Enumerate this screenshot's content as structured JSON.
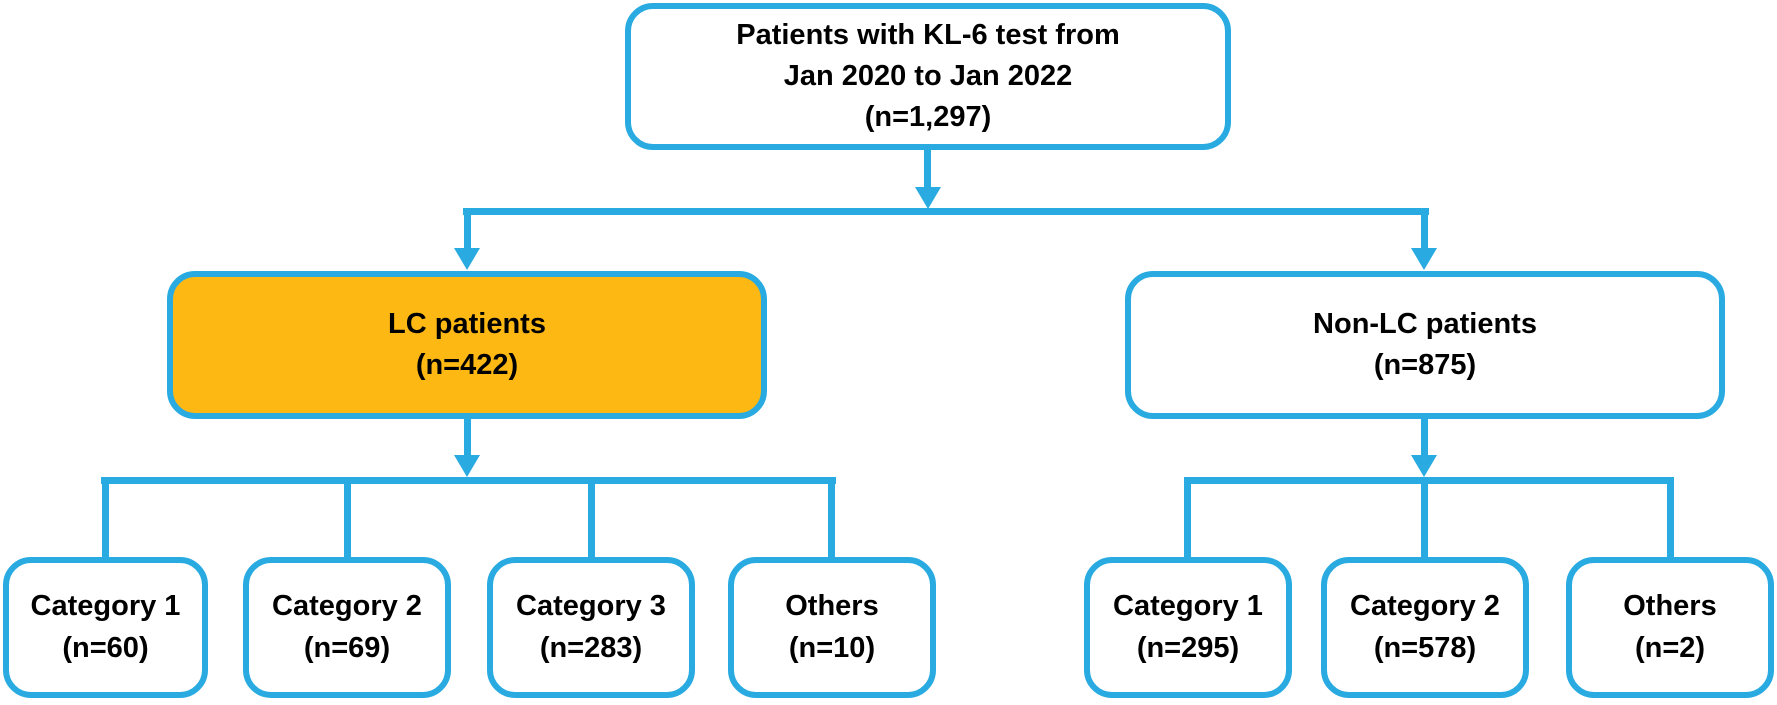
{
  "colors": {
    "connector": "#29ABE2",
    "box_border": "#29ABE2",
    "box_fill": "#FFFFFF",
    "highlight_fill": "#FDB813",
    "text": "#000000",
    "background": "#FFFFFF"
  },
  "flowchart": {
    "root": {
      "label_line1": "Patients with KL-6 test from",
      "label_line2": "Jan 2020 to Jan 2022",
      "n": "(n=1,297)"
    },
    "lc": {
      "label": "LC patients",
      "n": "(n=422)",
      "highlighted": true
    },
    "non_lc": {
      "label": "Non-LC patients",
      "n": "(n=875)",
      "highlighted": false
    },
    "lc_children": [
      {
        "label": "Category 1",
        "n": "(n=60)"
      },
      {
        "label": "Category 2",
        "n": "(n=69)"
      },
      {
        "label": "Category 3",
        "n": "(n=283)"
      },
      {
        "label": "Others",
        "n": "(n=10)"
      }
    ],
    "non_lc_children": [
      {
        "label": "Category 1",
        "n": "(n=295)"
      },
      {
        "label": "Category 2",
        "n": "(n=578)"
      },
      {
        "label": "Others",
        "n": "(n=2)"
      }
    ]
  }
}
